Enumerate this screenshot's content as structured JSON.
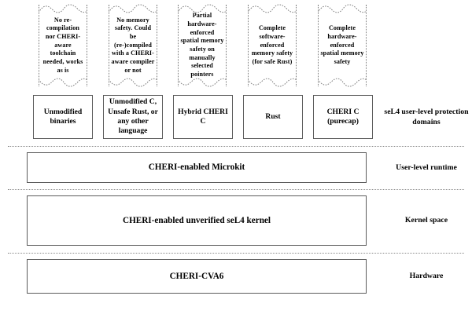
{
  "figure": {
    "title": "CHERI seL4 system stack layering diagram",
    "colors": {
      "background": "#ffffff",
      "box_border": "#5b5b5b",
      "torn_border": "#7a7a7a",
      "separator": "#8a8a8a",
      "text": "#000000"
    }
  },
  "annotations": [
    {
      "id": "ann-unmodified-binaries",
      "text": "No re-compilation nor CHERI-aware toolchain needed, works as is"
    },
    {
      "id": "ann-unmodified-c",
      "text": "No memory safety. Could be (re-)compiled with a CHERI-aware compiler or not"
    },
    {
      "id": "ann-hybrid-cheri-c",
      "text": "Partial hardware-enforced spatial memory safety on manually selected pointers"
    },
    {
      "id": "ann-rust",
      "text": "Complete software-enforced memory safety (for safe Rust)"
    },
    {
      "id": "ann-cheri-c-purecap",
      "text": "Complete hardware-enforced spatial memory safety"
    }
  ],
  "protection_domains": [
    {
      "id": "pd-unmodified-binaries",
      "text": "Unmodified binaries"
    },
    {
      "id": "pd-unmodified-c",
      "text": "Unmodified C, Unsafe Rust, or any other language"
    },
    {
      "id": "pd-hybrid-cheri-c",
      "text": "Hybrid CHERI C"
    },
    {
      "id": "pd-rust",
      "text": "Rust"
    },
    {
      "id": "pd-cheri-c-purecap",
      "text": "CHERI C (purecap)"
    }
  ],
  "layers": [
    {
      "id": "layer-runtime",
      "box": "CHERI-enabled Microkit",
      "label": "User-level runtime"
    },
    {
      "id": "layer-kernel",
      "box": "CHERI-enabled unverified seL4 kernel",
      "label": "Kernel space"
    },
    {
      "id": "layer-hardware",
      "box": "CHERI-CVA6",
      "label": "Hardware"
    }
  ],
  "side_labels": {
    "protection_domains": "seL4 user-level protection domains"
  }
}
